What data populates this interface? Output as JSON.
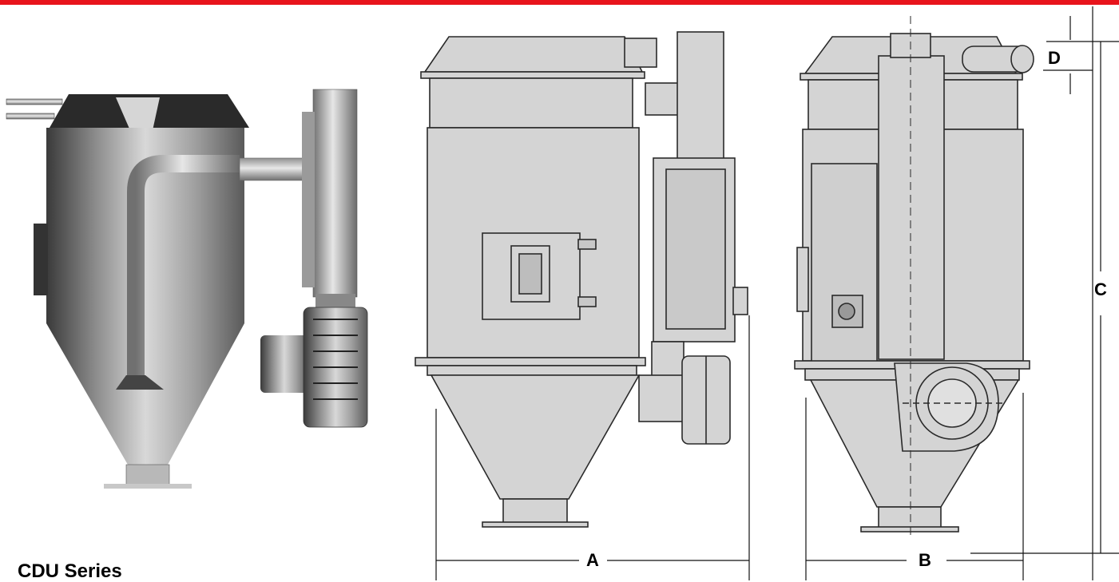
{
  "header": {
    "accent_color": "#e8141c"
  },
  "diagram": {
    "views": [
      "3d-render",
      "front-view",
      "side-view"
    ],
    "dimension_labels": {
      "a": "A",
      "b": "B",
      "c": "C",
      "d": "D"
    },
    "series_title": "CDU Series"
  }
}
